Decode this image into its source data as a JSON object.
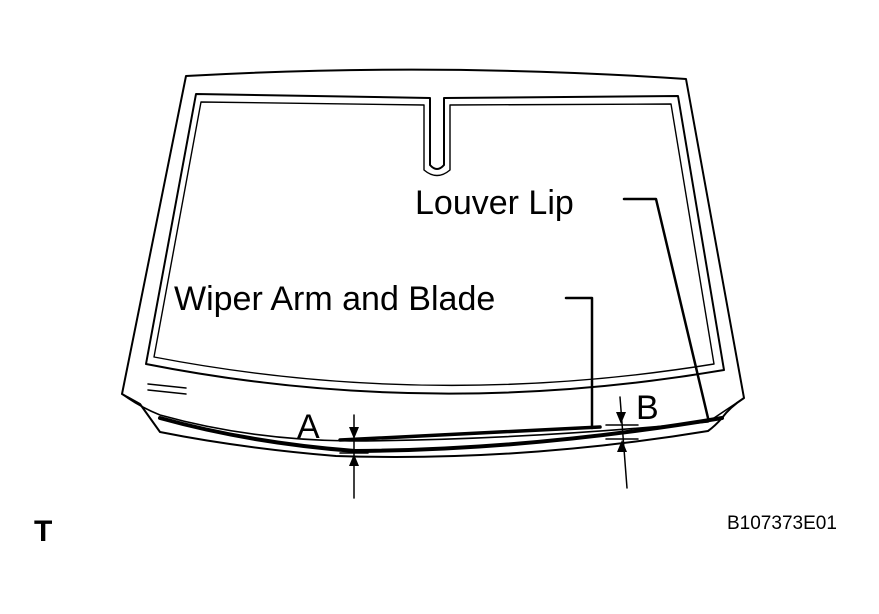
{
  "labels": {
    "louver_lip": "Louver Lip",
    "wiper_arm_and_blade": "Wiper Arm and Blade",
    "point_a": "A",
    "point_b": "B",
    "corner_mark": "T",
    "figure_code": "B107373E01"
  },
  "colors": {
    "line": "#000000",
    "background": "#ffffff"
  }
}
